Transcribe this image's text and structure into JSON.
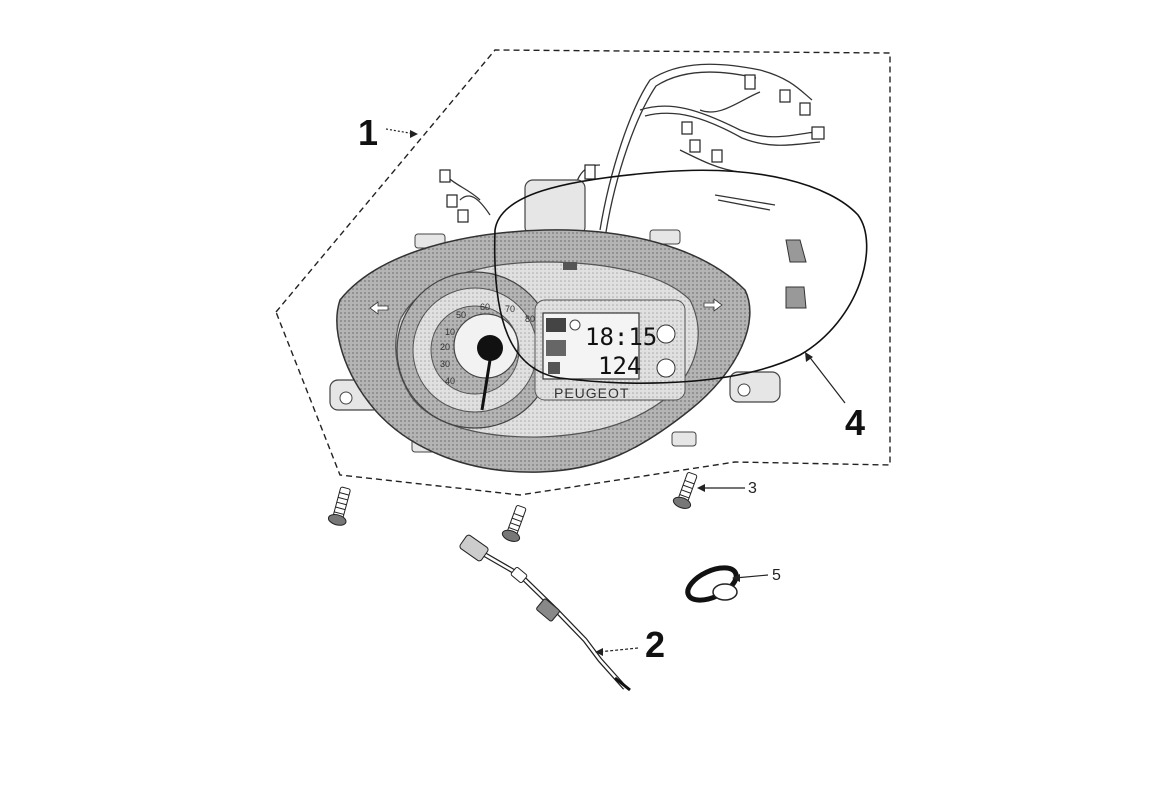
{
  "callouts": {
    "c1": "1",
    "c2": "2",
    "c3": "3",
    "c4": "4",
    "c5": "5"
  },
  "display": {
    "time": "18:15",
    "odometer": "124",
    "brand": "PEUGEOT"
  },
  "dial_numbers": [
    "10",
    "20",
    "30",
    "40",
    "50",
    "60",
    "70",
    "80"
  ],
  "colors": {
    "line": "#222222",
    "fill_dark": "#9a9a9a",
    "fill_mid": "#bdbdbd",
    "fill_light": "#e2e2e2"
  }
}
